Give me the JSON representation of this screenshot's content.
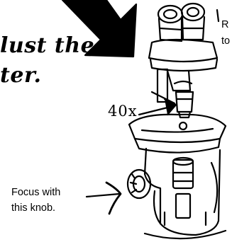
{
  "instruction": {
    "line1": "lust the",
    "line2": "ter."
  },
  "magnification_label": "40x",
  "focus_caption": {
    "line1": "Focus with",
    "line2": "this knob."
  },
  "side_text": {
    "line1": "R",
    "line2": "to"
  },
  "colors": {
    "ink": "#000000",
    "paper": "#ffffff"
  }
}
